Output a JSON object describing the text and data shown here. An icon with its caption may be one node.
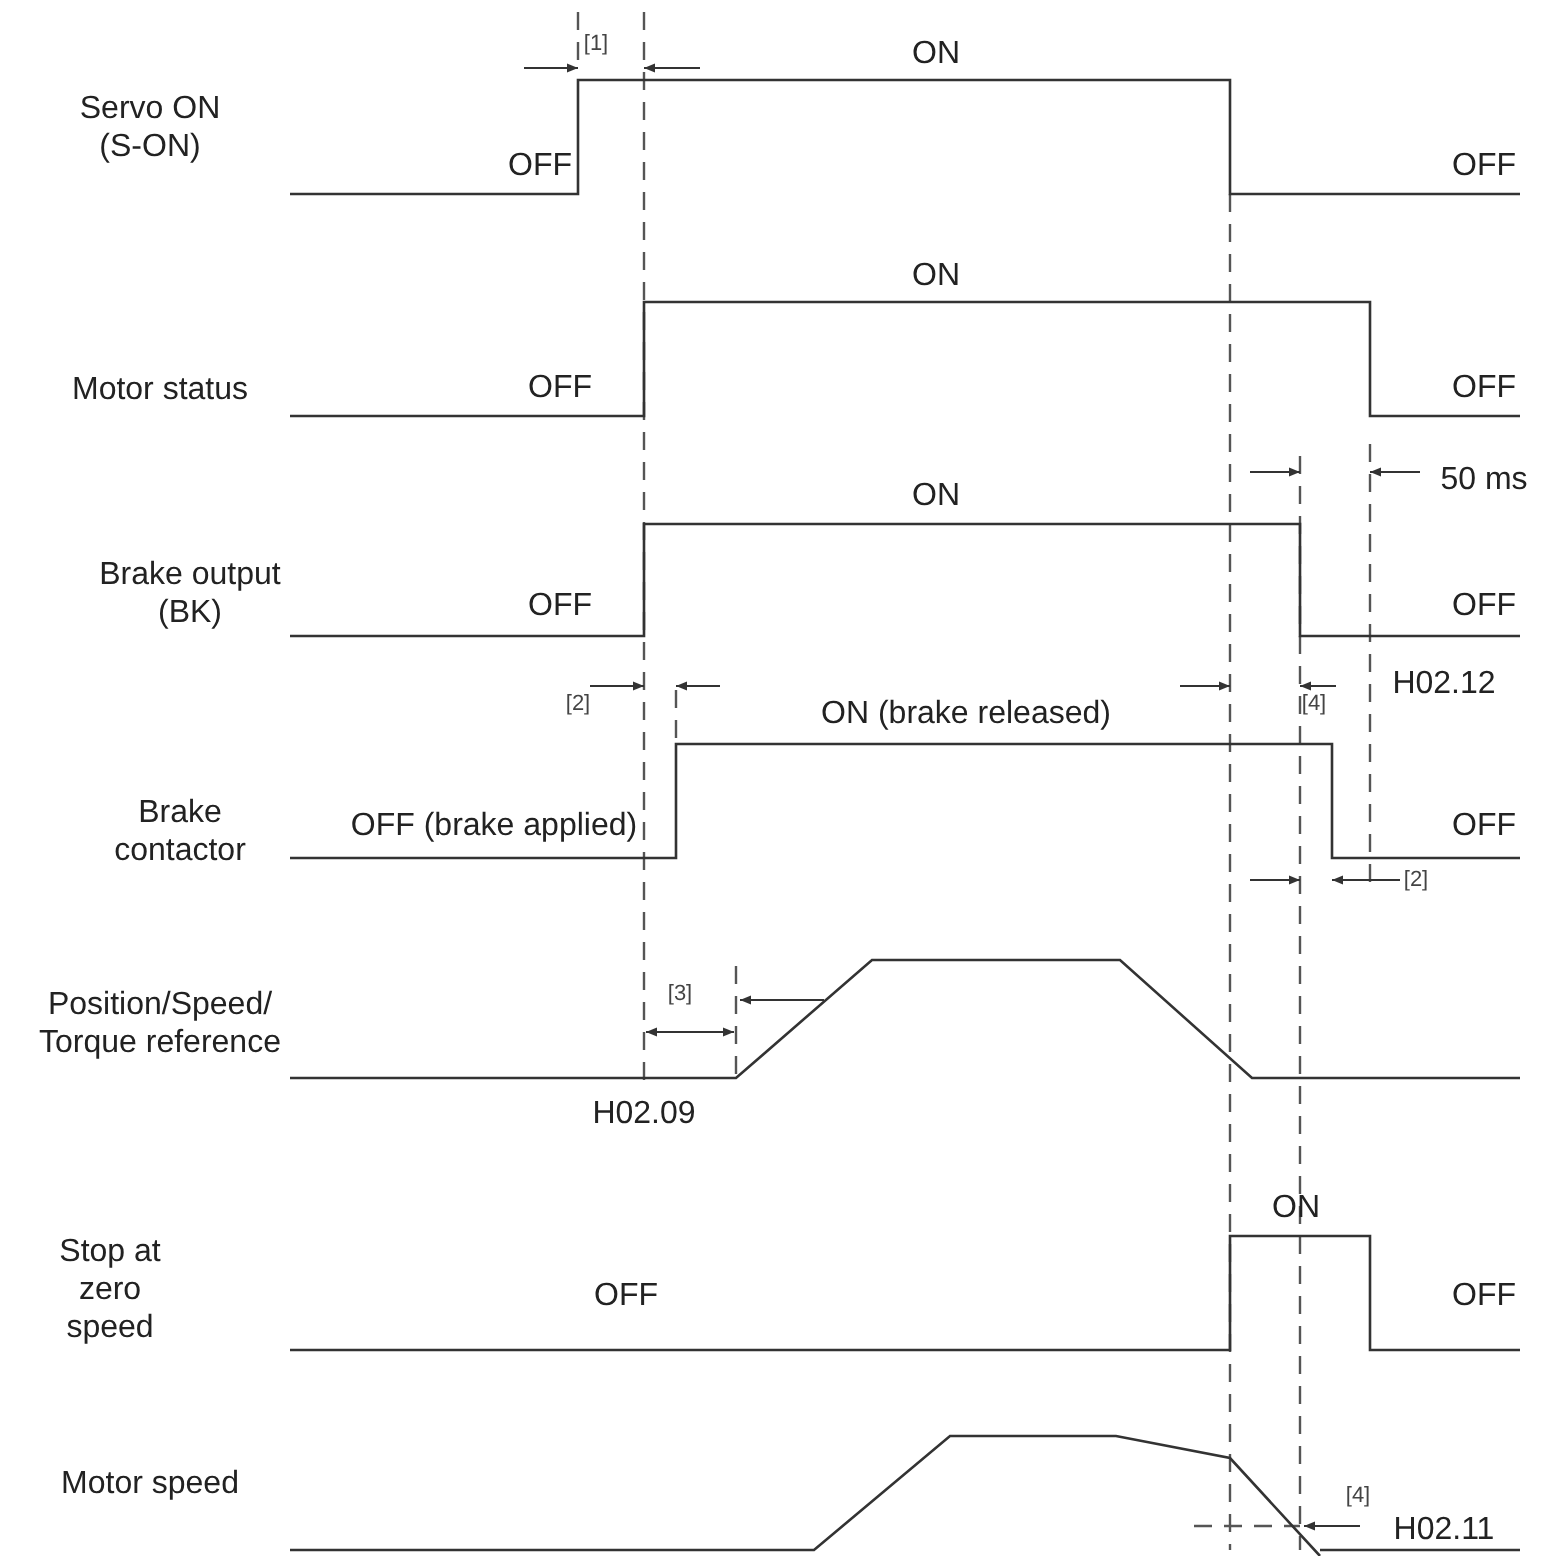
{
  "diagram": {
    "labels": [
      "[1]",
      "ON",
      "Servo ON (S-ON)",
      "OFF",
      "OFF",
      "ON",
      "Motor status",
      "OFF",
      "OFF",
      "50 ms",
      "ON",
      "Brake output (BK)",
      "OFF",
      "OFF",
      "[2]",
      "[4]",
      "H02.12",
      "ON (brake released)",
      "Brake contactor",
      "OFF (brake applied)",
      "OFF",
      "[2]",
      "[3]",
      "Position/Speed/ Torque reference",
      "H02.09",
      "ON",
      "Stop at zero speed",
      "OFF",
      "OFF",
      "Motor speed",
      "[4]",
      "H02.11"
    ]
  }
}
